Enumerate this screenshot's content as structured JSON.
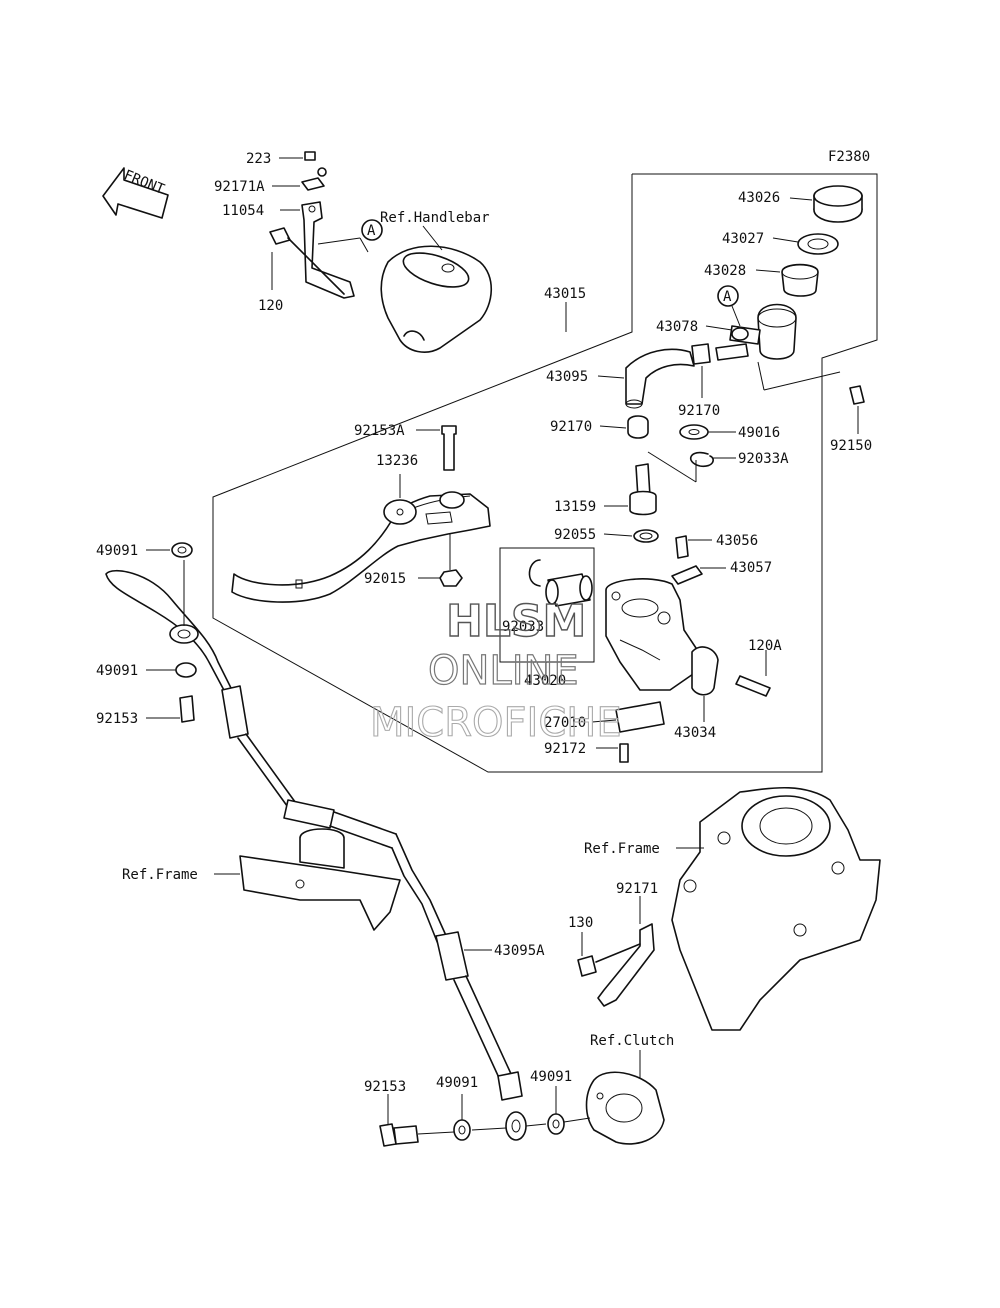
{
  "figure_code": "F2380",
  "front_label": "FRONT",
  "callout_a": "A",
  "references": {
    "handlebar": "Ref.Handlebar",
    "frame_1": "Ref.Frame",
    "frame_2": "Ref.Frame",
    "clutch": "Ref.Clutch"
  },
  "parts": {
    "p223": "223",
    "p92171A": "92171A",
    "p11054": "11054",
    "p120": "120",
    "p43015": "43015",
    "p43026": "43026",
    "p43027": "43027",
    "p43028": "43028",
    "p43078": "43078",
    "p43095": "43095",
    "p92170a": "92170",
    "p92170b": "92170",
    "p49016": "49016",
    "p92033A": "92033A",
    "p92150": "92150",
    "p92153A": "92153A",
    "p13236": "13236",
    "p13159": "13159",
    "p92055": "92055",
    "p43056": "43056",
    "p43057": "43057",
    "p92015": "92015",
    "p92033": "92033",
    "p43020": "43020",
    "p120A": "120A",
    "p27010": "27010",
    "p43034": "43034",
    "p92172": "92172",
    "p49091a": "49091",
    "p49091b": "49091",
    "p92153a": "92153",
    "p43095A": "43095A",
    "p92171": "92171",
    "p130": "130",
    "p92153b": "92153",
    "p49091c": "49091",
    "p49091d": "49091"
  },
  "watermark": {
    "line1": "HLSM",
    "line2": "ONLINE",
    "line3": "MICROFICHE"
  }
}
